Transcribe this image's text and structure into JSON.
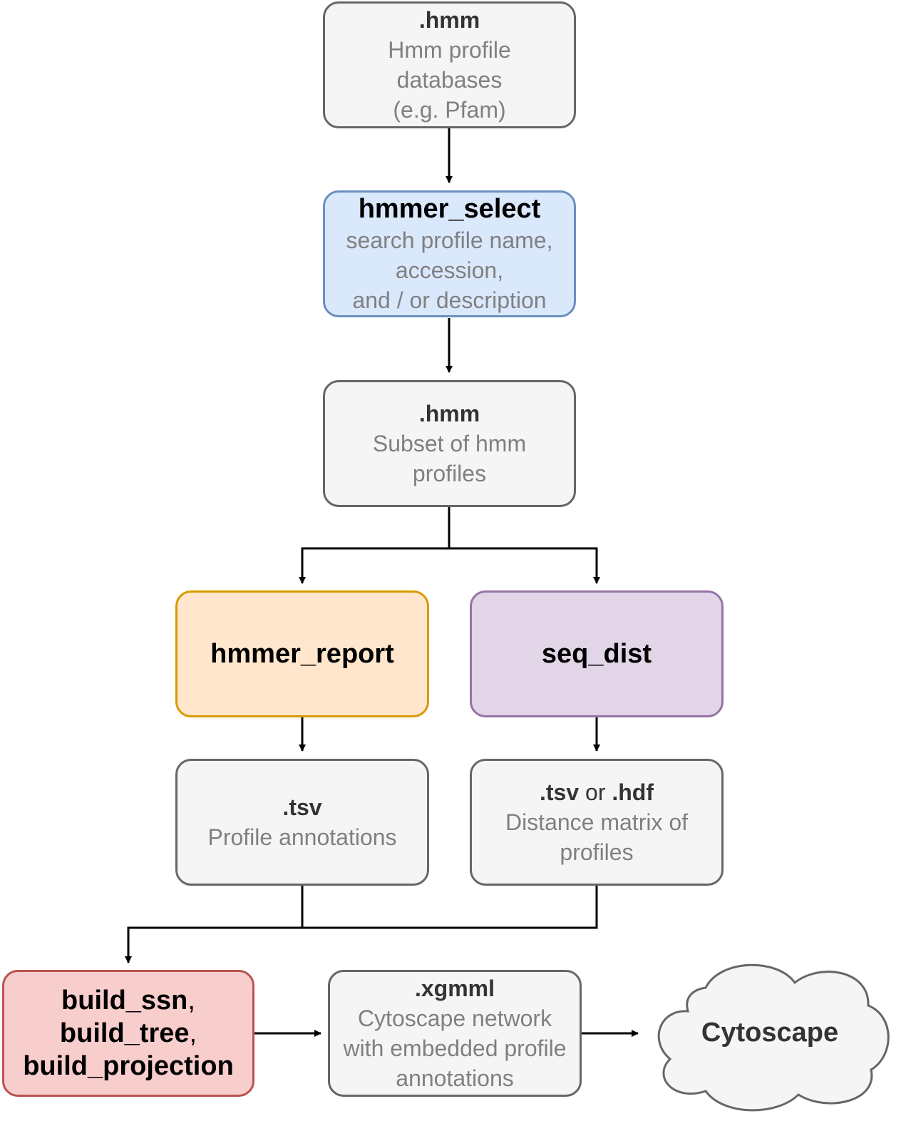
{
  "nodes": {
    "hmm_db": {
      "title": ".hmm",
      "lines": [
        "Hmm profile",
        "databases",
        "(e.g. Pfam)"
      ]
    },
    "hmmer_select": {
      "title": "hmmer_select",
      "lines": [
        "search profile name,",
        "accession,",
        "and / or description"
      ]
    },
    "hmm_subset": {
      "title": ".hmm",
      "lines": [
        "Subset of hmm",
        "profiles"
      ]
    },
    "hmmer_report": {
      "title": "hmmer_report"
    },
    "seq_dist": {
      "title": "seq_dist"
    },
    "tsv": {
      "title": ".tsv",
      "lines": [
        "Profile annotations"
      ]
    },
    "tsv_hdf": {
      "title_a": ".tsv",
      "connector": " or ",
      "title_b": ".hdf",
      "lines": [
        "Distance matrix of",
        "profiles"
      ]
    },
    "build": {
      "item1": "build_ssn",
      "sep1": ",",
      "item2": "build_tree",
      "sep2": ",",
      "item3": "build_projection"
    },
    "xgmml": {
      "title": ".xgmml",
      "lines": [
        "Cytoscape network",
        "with embedded profile",
        "annotations"
      ]
    },
    "cytoscape": {
      "title": "Cytoscape"
    }
  },
  "colors": {
    "default_fill": "#f5f5f5",
    "default_stroke": "#666666",
    "blue_fill": "#dae8fc",
    "blue_stroke": "#6c8ebf",
    "orange_fill": "#ffe6cc",
    "orange_stroke": "#d79b00",
    "purple_fill": "#e1d5e7",
    "purple_stroke": "#9673a6",
    "red_fill": "#f8cecc",
    "red_stroke": "#b85450"
  }
}
